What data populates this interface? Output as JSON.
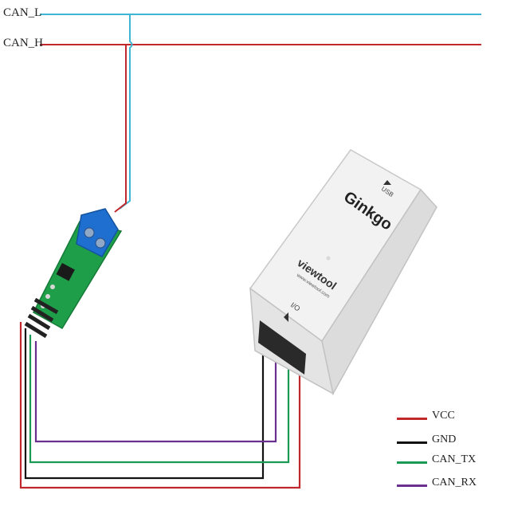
{
  "bus": {
    "can_l": {
      "label": "CAN_L",
      "color": "#3fb6d6"
    },
    "can_h": {
      "label": "CAN_H",
      "color": "#c0282d"
    }
  },
  "device": {
    "brand": "Ginkgo",
    "maker": "viewtool",
    "url": "www.viewtool.com",
    "usb_label": "USB",
    "io_label": "I/O",
    "body_color": "#e9e9e9"
  },
  "module": {
    "pcb_color": "#1f9e4a",
    "terminal_color": "#1e6fd0"
  },
  "legend": [
    {
      "label": "VCC",
      "color": "#c0282d"
    },
    {
      "label": "GND",
      "color": "#111111"
    },
    {
      "label": "CAN_TX",
      "color": "#1a9a55"
    },
    {
      "label": "CAN_RX",
      "color": "#6b2f8f"
    }
  ]
}
